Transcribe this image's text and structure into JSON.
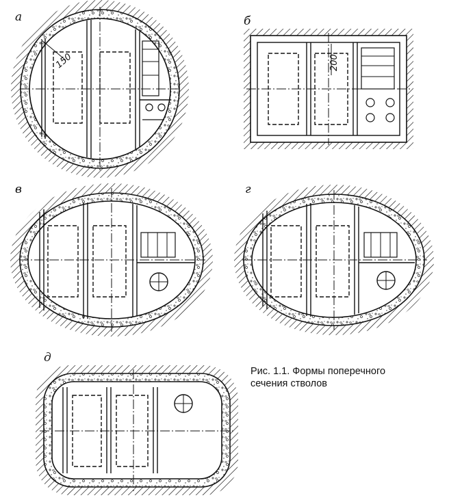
{
  "panels": {
    "a": {
      "label": "а",
      "dimension": "150"
    },
    "b": {
      "label": "б",
      "dimension": "200"
    },
    "v": {
      "label": "в"
    },
    "g": {
      "label": "г"
    },
    "d": {
      "label": "д"
    }
  },
  "caption": {
    "line1": "Рис. 1.1. Формы поперечного",
    "line2": "сечения стволов"
  },
  "colors": {
    "ink": "#111111",
    "paper": "#ffffff"
  }
}
